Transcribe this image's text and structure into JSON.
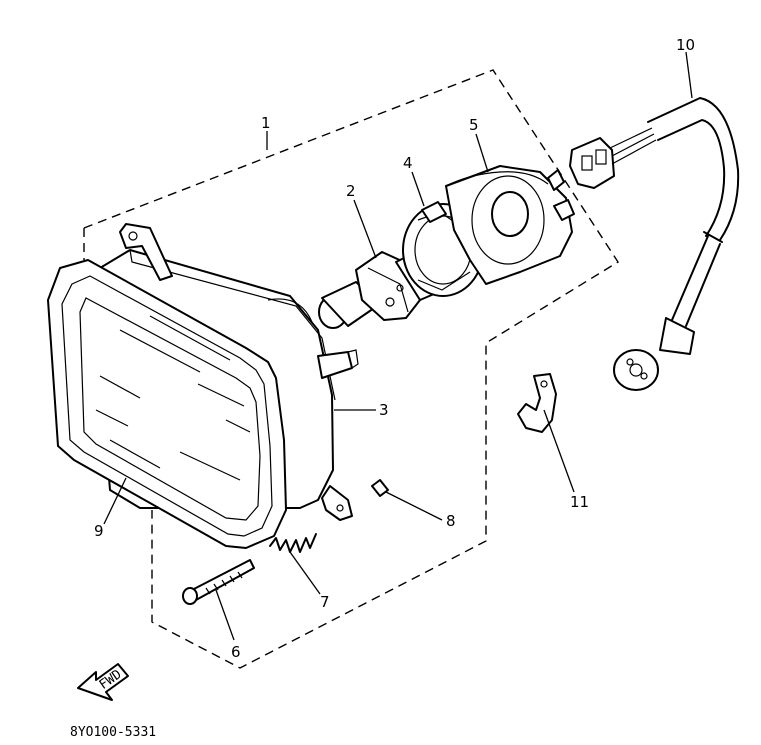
{
  "callouts": [
    {
      "id": "1",
      "label": "1"
    },
    {
      "id": "2",
      "label": "2"
    },
    {
      "id": "3",
      "label": "3"
    },
    {
      "id": "4",
      "label": "4"
    },
    {
      "id": "5",
      "label": "5"
    },
    {
      "id": "6",
      "label": "6"
    },
    {
      "id": "7",
      "label": "7"
    },
    {
      "id": "8",
      "label": "8"
    },
    {
      "id": "9",
      "label": "9"
    },
    {
      "id": "10",
      "label": "10"
    },
    {
      "id": "11",
      "label": "11"
    }
  ],
  "direction_arrow": {
    "label": "FWD"
  },
  "drawing_code": "8YO100-5331"
}
